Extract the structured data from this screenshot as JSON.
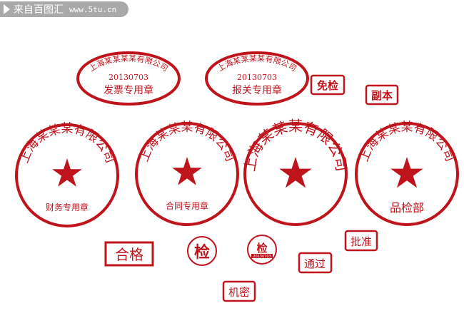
{
  "watermark": {
    "site_name": "来自百图汇",
    "url": "www.5tu.cn",
    "icon": "play-triangle-icon"
  },
  "color": "#c0141c",
  "oval_stamps": [
    {
      "company": "上海某某某某有限公司",
      "date": "20130703",
      "label": "发票专用章"
    },
    {
      "company": "上海某某某某有限公司",
      "date": "20130703",
      "label": "报关专用章"
    }
  ],
  "round_stamps": [
    {
      "company": "上海某某某有限公司",
      "label": "财务专用章",
      "icon": "star-icon"
    },
    {
      "company": "上海某某某有限公司",
      "label": "合同专用章",
      "icon": "star-icon"
    },
    {
      "company": "上海某某某有限公司",
      "label": "",
      "icon": "star-icon"
    },
    {
      "company": "上海某某某有限公司",
      "label": "品检部",
      "icon": "star-icon"
    }
  ],
  "small_stamps": {
    "exempt": "免检",
    "copy": "副本",
    "qualified": "合格",
    "inspect": "检",
    "inspect_dated": "检",
    "inspect_date": "20130703",
    "passed": "通过",
    "approved": "批准",
    "confidential": "机密"
  }
}
